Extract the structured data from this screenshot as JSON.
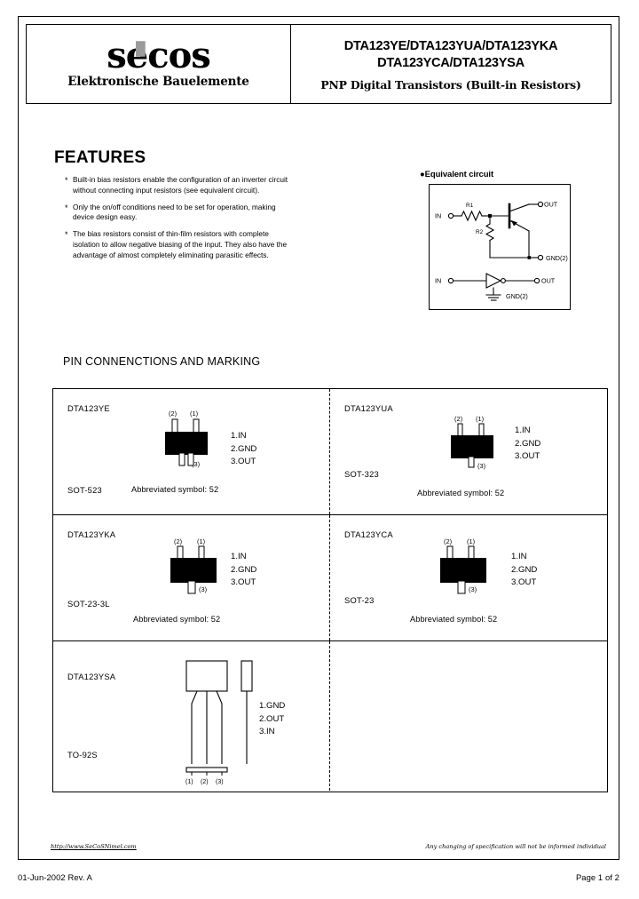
{
  "header": {
    "logo_word": "secos",
    "logo_subtitle": "Elektronische Bauelemente",
    "title_line1": "DTA123YE/DTA123YUA/DTA123YKA",
    "title_line2": "DTA123YCA/DTA123YSA",
    "subtitle": "PNP Digital Transistors (Built-in Resistors)"
  },
  "features": {
    "heading": "FEATURES",
    "bullet": "*",
    "items": [
      "Built-in bias resistors enable the configuration of an inverter circuit without connecting input resistors (see equivalent circuit).",
      "Only the on/off conditions need to be set for operation, making device design easy.",
      "The bias resistors consist of thin-film resistors with complete isolation to allow negative biasing of the input. They also have the advantage of almost completely eliminating parasitic effects."
    ]
  },
  "equivalent_circuit": {
    "label": "Equivalent circuit",
    "bullet_icon": "filled-circle-icon",
    "nodes": {
      "in_top": "IN",
      "r1": "R1",
      "r2": "R2",
      "out_top": "OUT",
      "gnd_top": "GND(2)",
      "in_bottom": "IN",
      "out_bottom": "OUT",
      "gnd_bottom": "GND(2)"
    }
  },
  "pin_section": {
    "heading": "PIN CONNENCTIONS AND MARKING",
    "cells": [
      {
        "part": "DTA123YE",
        "package": "SOT-523",
        "abbrev": "Abbreviated symbol: 52",
        "pins": "1.IN\n2.GND\n3.OUT",
        "pin_marks": [
          "(2)",
          "(1)",
          "(3)"
        ],
        "art": "sot-523-package"
      },
      {
        "part": "DTA123YUA",
        "package": "SOT-323",
        "abbrev": "Abbreviated symbol: 52",
        "pins": "1.IN\n2.GND\n3.OUT",
        "pin_marks": [
          "(2)",
          "(1)",
          "(3)"
        ],
        "art": "sot-323-package"
      },
      {
        "part": "DTA123YKA",
        "package": "SOT-23-3L",
        "abbrev": "Abbreviated symbol: 52",
        "pins": "1.IN\n2.GND\n3.OUT",
        "pin_marks": [
          "(2)",
          "(1)",
          "(3)"
        ],
        "art": "sot-23-3l-package"
      },
      {
        "part": "DTA123YCA",
        "package": "SOT-23",
        "abbrev": "Abbreviated symbol: 52",
        "pins": "1.IN\n2.GND\n3.OUT",
        "pin_marks": [
          "(2)",
          "(1)",
          "(3)"
        ],
        "art": "sot-23-package"
      },
      {
        "part": "DTA123YSA",
        "package": "TO-92S",
        "abbrev": "",
        "pins": "1.GND\n2.OUT\n3.IN",
        "pin_marks": [
          "(1)",
          "(2)",
          "(3)"
        ],
        "art": "to-92s-package"
      }
    ]
  },
  "footer": {
    "url": "http://www.SeCoSNimel.com",
    "disclaimer": "Any changing of specification will not be informed individual",
    "date_rev": "01-Jun-2002  Rev. A",
    "page": "Page 1 of 2"
  }
}
